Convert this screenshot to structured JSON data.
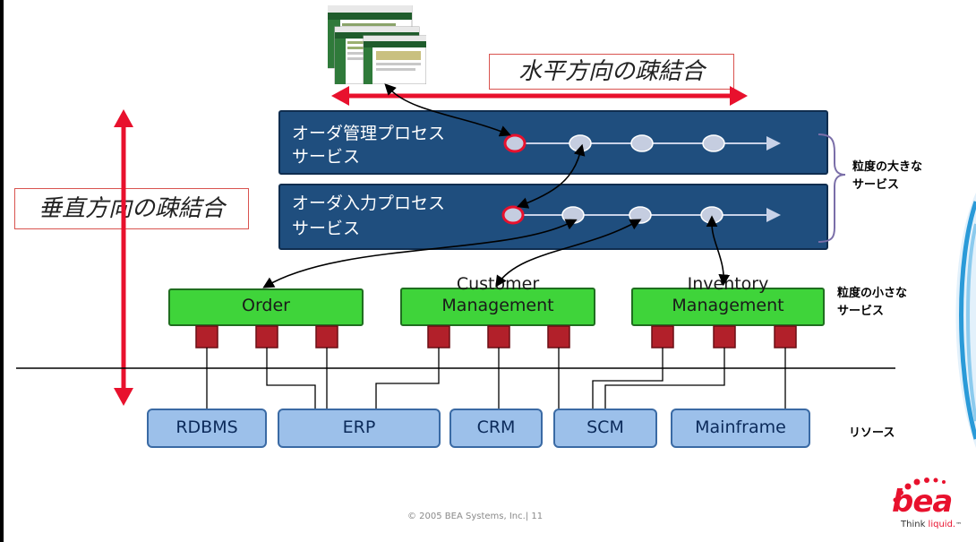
{
  "horizontal_label": "水平方向の疎結合",
  "vertical_label": "垂直方向の疎結合",
  "process_services": [
    {
      "line1": "オーダ管理プロセス",
      "line2": "サービス"
    },
    {
      "line1": "オーダ入力プロセス",
      "line2": "サービス"
    }
  ],
  "services": [
    {
      "line1": "Order",
      "line2": ""
    },
    {
      "line1": "Customer",
      "line2": "Management"
    },
    {
      "line1": "Inventory",
      "line2": "Management"
    }
  ],
  "resources": [
    "RDBMS",
    "ERP",
    "CRM",
    "SCM",
    "Mainframe"
  ],
  "side_labels": {
    "coarse_line1": "粒度の大きな",
    "coarse_line2": "サービス",
    "fine_line1": "粒度の小さな",
    "fine_line2": "サービス",
    "resources": "リソース"
  },
  "footer": "© 2005 BEA Systems, Inc.|   11",
  "logo": {
    "brand": "bea",
    "tagline_a": "Think ",
    "tagline_b": "liquid.",
    "tm": "™"
  },
  "colors": {
    "accent_red": "#e8112d",
    "process_blue": "#1f4e7e",
    "service_green": "#3fd43a",
    "resource_blue": "#9cc0ea",
    "connector_red": "#b2202a"
  }
}
